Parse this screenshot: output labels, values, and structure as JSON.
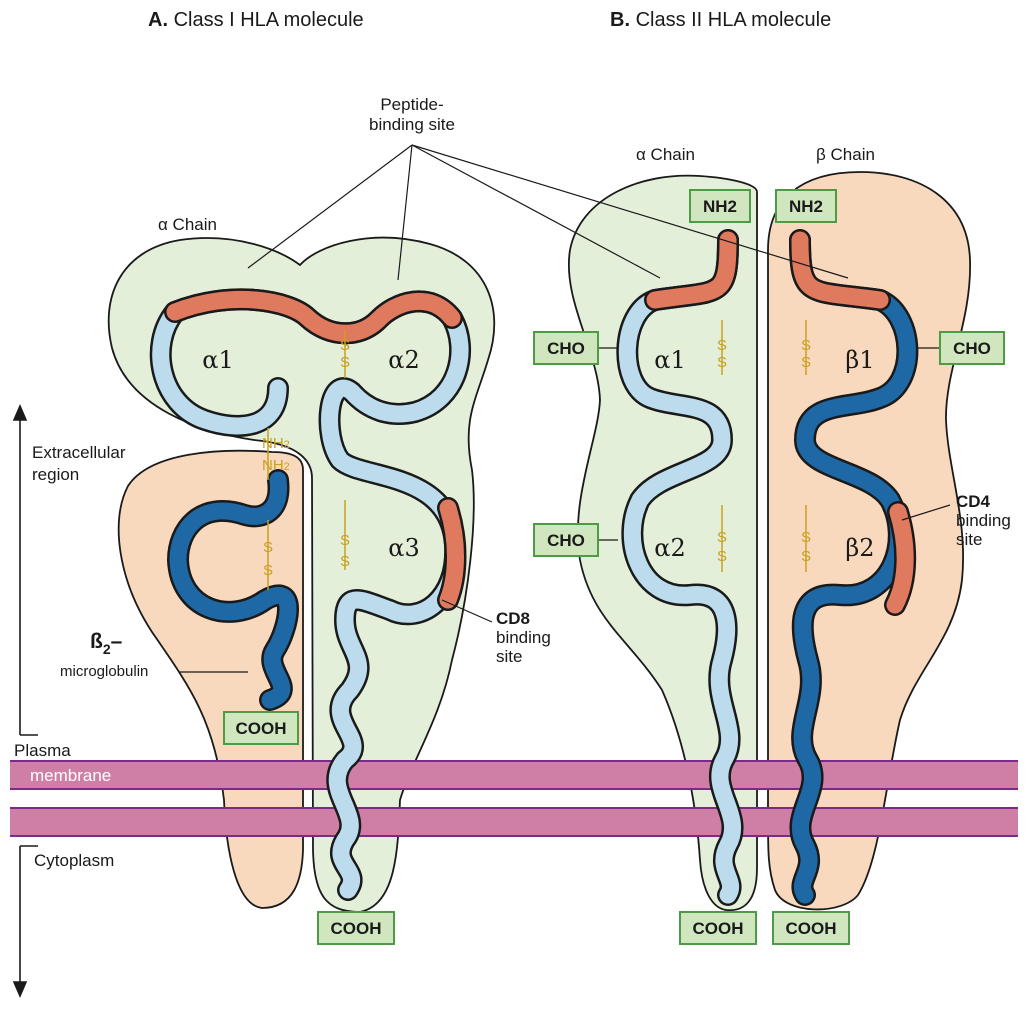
{
  "titles": {
    "a_letter": "A.",
    "a_text": "Class I HLA molecule",
    "b_letter": "B.",
    "b_text": "Class II HLA molecule"
  },
  "labels": {
    "peptide_1": "Peptide-",
    "peptide_2": "binding site",
    "alpha_chain_i": "α Chain",
    "alpha_chain_ii": "α Chain",
    "beta_chain_ii": "β Chain",
    "extracellular_1": "Extracellular",
    "extracellular_2": "region",
    "plasma": "Plasma",
    "membrane": "membrane",
    "cytoplasm": "Cytoplasm",
    "b2m_main": "ß",
    "b2m_sub": "2",
    "b2m_dash": "–",
    "b2m_name": "microglobulin",
    "cd8": "CD8",
    "cd8_binding": "binding",
    "cd8_site": "site",
    "cd4": "CD4",
    "cd4_binding": "binding",
    "cd4_site": "site",
    "nh2_a": "NH",
    "nh2_b": "NH",
    "nh2_sub": "2",
    "ss": "S"
  },
  "domains": {
    "a1": "α1",
    "a2": "α2",
    "a3": "α3",
    "ii_a1": "α1",
    "ii_a2": "α2",
    "b1": "β1",
    "b2": "β2"
  },
  "boxes": {
    "cooh_b2m": "COOH",
    "cooh_alpha_i": "COOH",
    "cooh_alpha_ii": "COOH",
    "cooh_beta_ii": "COOH",
    "nh2_alpha_ii": "NH2",
    "nh2_beta_ii": "NH2",
    "cho_1": "CHO",
    "cho_2": "CHO",
    "cho_3": "CHO"
  },
  "colors": {
    "green_region": "#e3efd9",
    "peach_region": "#f9d9bd",
    "light_blue_strand": "#bcdcee",
    "dark_blue_strand": "#1e68a6",
    "salmon_strand": "#e07a5f",
    "membrane": "#cf7fa6",
    "disulfide": "#c9a020",
    "box_fill": "#cfe6bf",
    "box_border": "#4f9a44"
  }
}
